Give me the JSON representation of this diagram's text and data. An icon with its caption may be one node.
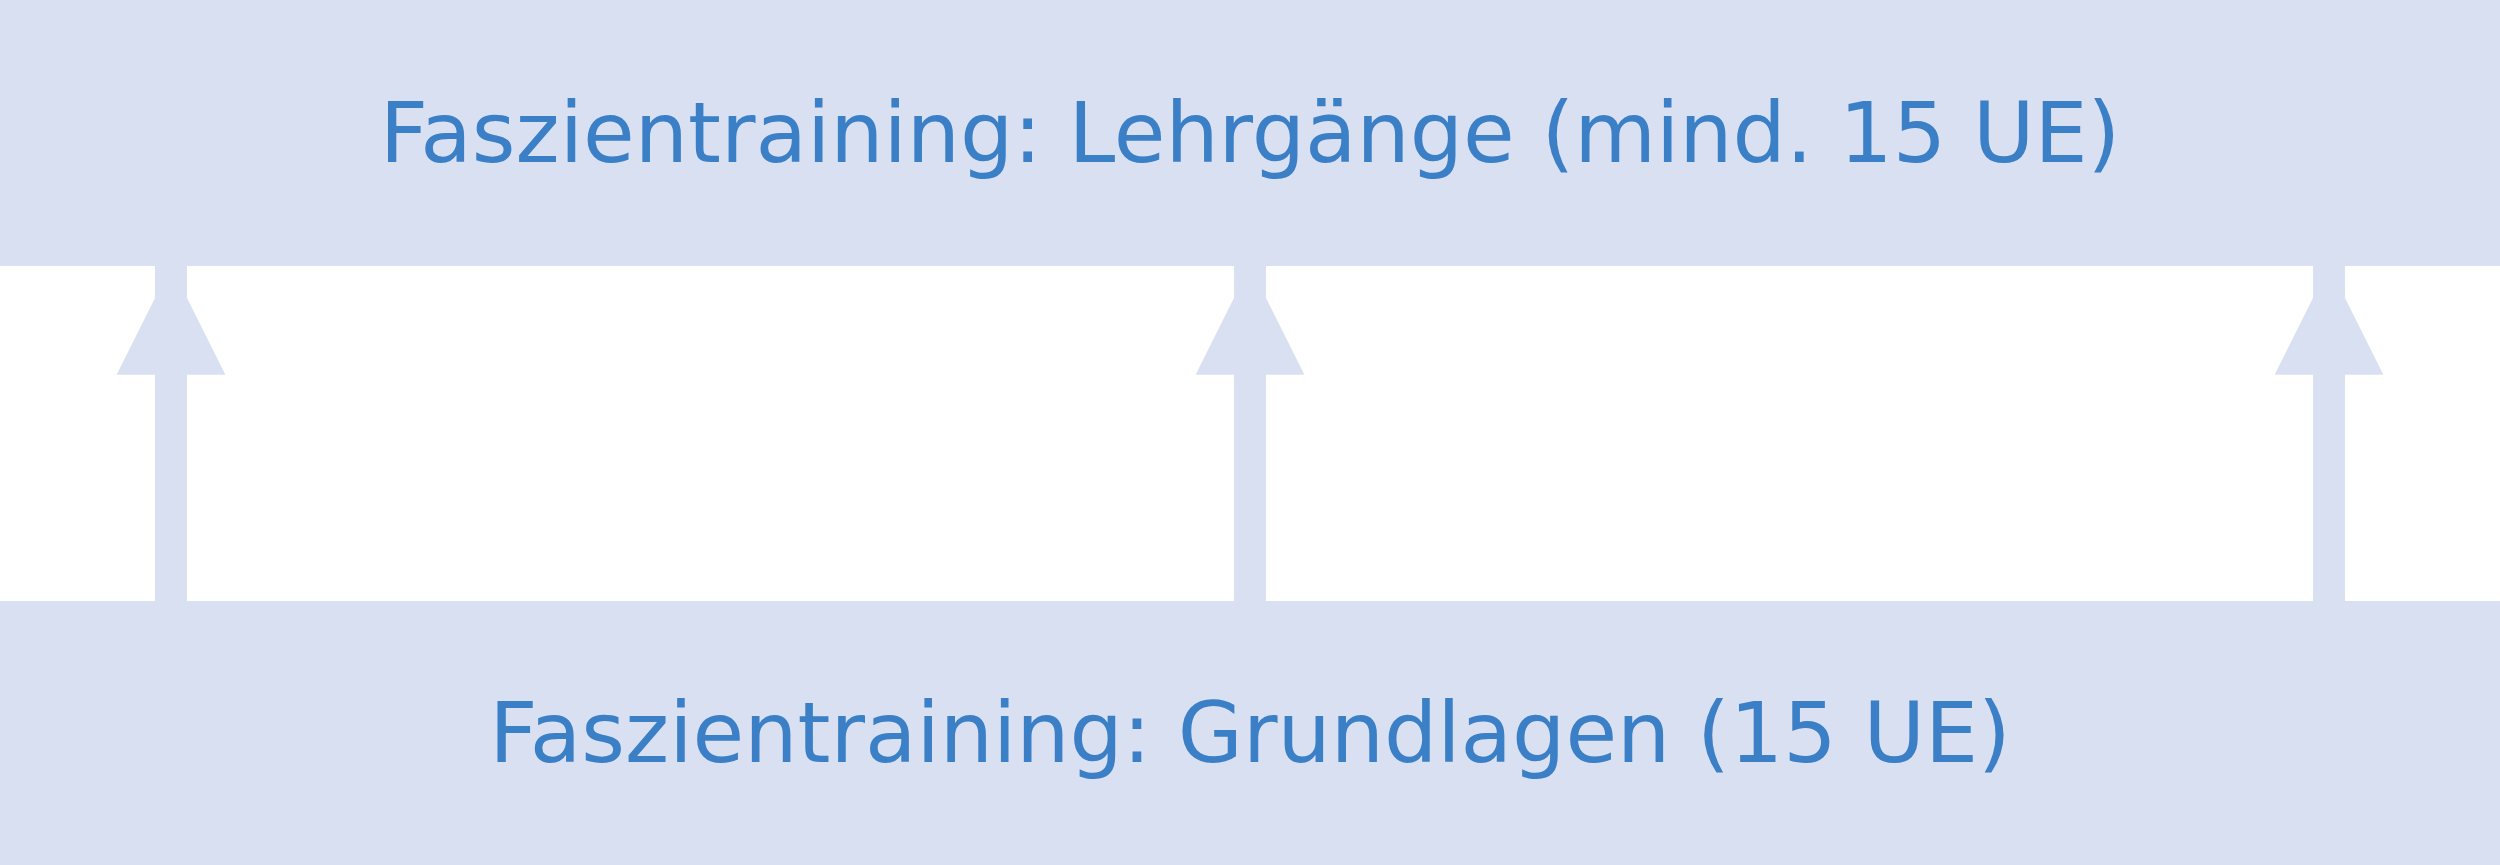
{
  "diagram": {
    "nodes": [
      {
        "text": [
          "Faszientraining: Lehrgänge (mind. 15 UE)"
        ]
      },
      {
        "text": [
          "Faszientraining: Grundlagen (15 UE)"
        ]
      }
    ],
    "edges": [
      {
        "from": 1,
        "to": 0,
        "arrow": "to"
      },
      {
        "from": 1,
        "to": 0,
        "arrow": "to"
      },
      {
        "from": 1,
        "to": 0,
        "arrow": "to"
      }
    ]
  }
}
